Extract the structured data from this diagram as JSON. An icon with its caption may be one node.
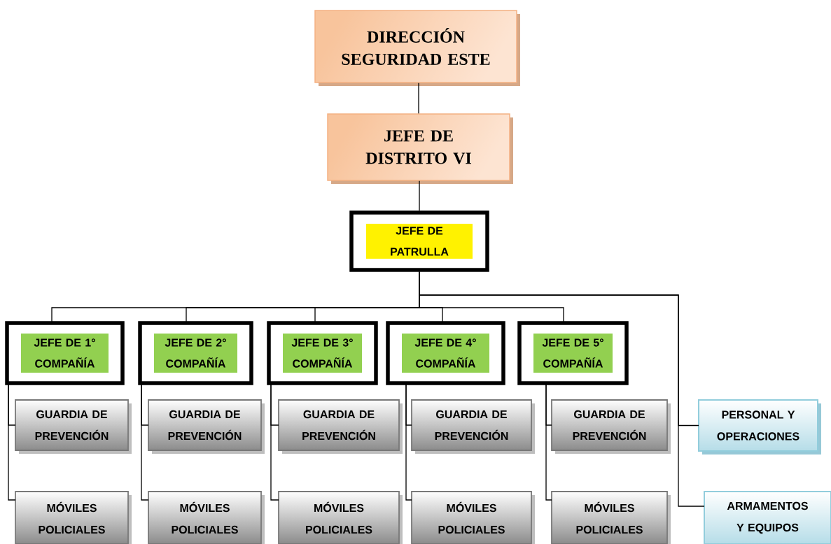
{
  "diagram": {
    "nodes": [
      {
        "text": [
          "DIRECCIÓN SEGURIDAD ESTE"
        ]
      },
      {
        "text": [
          "JEFE DE DISTRITO VI"
        ]
      },
      {
        "text": [
          "JEFE DE PATRULLA"
        ]
      },
      {
        "text": [
          "JEFE DE 1° COMPAÑÍA"
        ]
      },
      {
        "text": [
          "JEFE DE 2° COMPAÑÍA"
        ]
      },
      {
        "text": [
          "JEFE DE 3° COMPAÑÍA"
        ]
      },
      {
        "text": [
          "JEFE DE 4° COMPAÑÍA"
        ]
      },
      {
        "text": [
          "JEFE DE 5° COMPAÑÍA"
        ]
      },
      {
        "text": [
          "GUARDIA DE PREVENCIÓN"
        ]
      },
      {
        "text": [
          "GUARDIA DE PREVENCIÓN"
        ]
      },
      {
        "text": [
          "GUARDIA DE PREVENCIÓN"
        ]
      },
      {
        "text": [
          "GUARDIA DE PREVENCIÓN"
        ]
      },
      {
        "text": [
          "GUARDIA DE PREVENCIÓN"
        ]
      },
      {
        "text": [
          "PERSONAL Y OPERACIONES"
        ]
      },
      {
        "text": [
          "MÓVILES POLICIALES"
        ]
      },
      {
        "text": [
          "MÓVILES POLICIALES"
        ]
      },
      {
        "text": [
          "MÓVILES POLICIALES"
        ]
      },
      {
        "text": [
          "MÓVILES POLICIALES"
        ]
      },
      {
        "text": [
          "MÓVILES POLICIALES"
        ]
      },
      {
        "text": [
          "ARMAMENTOS Y EQUIPOS"
        ]
      }
    ],
    "edges": [
      {
        "from": 0,
        "to": 1,
        "arrow": "none"
      },
      {
        "from": 1,
        "to": 2,
        "arrow": "none"
      },
      {
        "from": 2,
        "to": 3,
        "arrow": "none"
      },
      {
        "from": 2,
        "to": 4,
        "arrow": "none"
      },
      {
        "from": 2,
        "to": 5,
        "arrow": "none"
      },
      {
        "from": 2,
        "to": 6,
        "arrow": "none"
      },
      {
        "from": 2,
        "to": 7,
        "arrow": "none"
      },
      {
        "from": 2,
        "to": 13,
        "arrow": "none"
      },
      {
        "from": 2,
        "to": 19,
        "arrow": "none"
      },
      {
        "from": 3,
        "to": 8,
        "arrow": "none"
      },
      {
        "from": 3,
        "to": 14,
        "arrow": "none"
      },
      {
        "from": 4,
        "to": 9,
        "arrow": "none"
      },
      {
        "from": 4,
        "to": 15,
        "arrow": "none"
      },
      {
        "from": 5,
        "to": 10,
        "arrow": "none"
      },
      {
        "from": 5,
        "to": 16,
        "arrow": "none"
      },
      {
        "from": 6,
        "to": 11,
        "arrow": "none"
      },
      {
        "from": 6,
        "to": 17,
        "arrow": "none"
      },
      {
        "from": 7,
        "to": 12,
        "arrow": "none"
      },
      {
        "from": 7,
        "to": 18,
        "arrow": "none"
      }
    ]
  }
}
